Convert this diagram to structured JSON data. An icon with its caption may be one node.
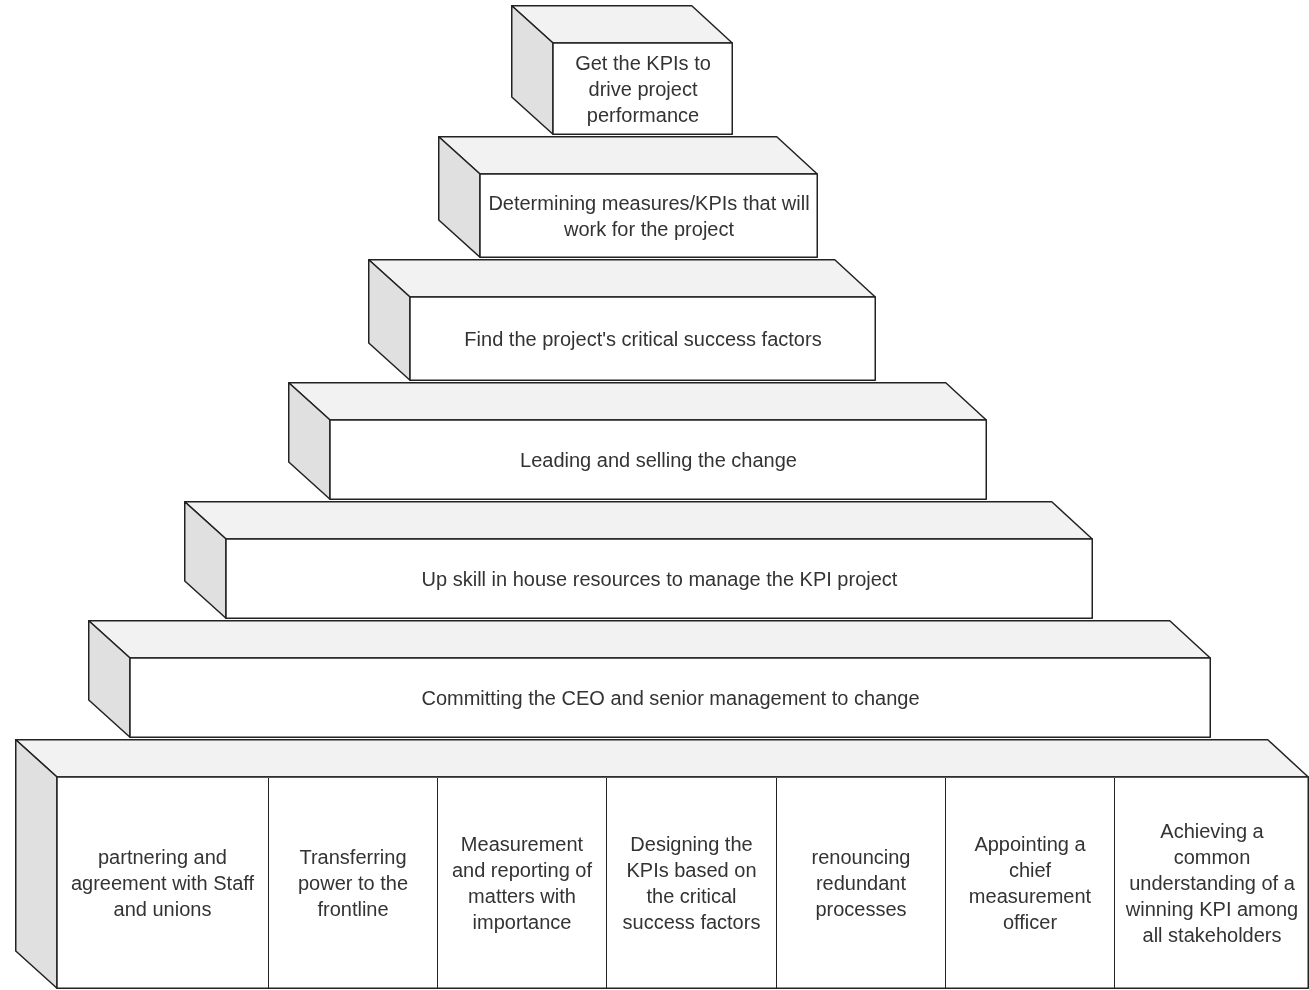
{
  "diagram": {
    "nodes": [
      {
        "text": [
          "Get the KPIs to drive project performance"
        ]
      },
      {
        "text": [
          "Determining measures/KPIs that will work for the project"
        ]
      },
      {
        "text": [
          "Find the project's critical success factors"
        ]
      },
      {
        "text": [
          "Leading and selling the change"
        ]
      },
      {
        "text": [
          "Up skill in house resources to manage the KPI project"
        ]
      },
      {
        "text": [
          "Committing the CEO and senior management to change"
        ]
      },
      {
        "text": [],
        "shape": "box"
      },
      {
        "text": [
          "partnering and agreement with Staff and unions"
        ],
        "in": 6
      },
      {
        "text": [
          "Transferring power to the frontline"
        ],
        "in": 6
      },
      {
        "text": [
          "Measurement and reporting of matters with importance"
        ],
        "in": 6
      },
      {
        "text": [
          "Designing the KPIs based on the critical success factors"
        ],
        "in": 6
      },
      {
        "text": [
          "renouncing redundant processes"
        ],
        "in": 6
      },
      {
        "text": [
          "Appointing a chief measurement officer"
        ],
        "in": 6
      },
      {
        "text": [
          "Achieving a common understanding of a winning KPI among all stakeholders"
        ],
        "in": 6
      }
    ],
    "edges": []
  }
}
